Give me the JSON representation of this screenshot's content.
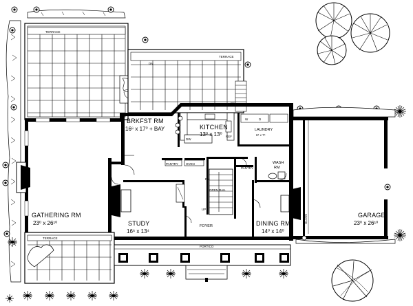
{
  "rooms": {
    "terrace_left": "TERRACE",
    "terrace_right": "TERRACE",
    "terrace_bottom": "TERRACE",
    "breakfast": {
      "name": "BRKFST RM",
      "dims": "16⁶ x 17⁰ + BAY"
    },
    "kitchen": {
      "name": "KITCHEN",
      "dims": "13⁰ x 13⁰"
    },
    "laundry": {
      "name": "LAUNDRY",
      "dims": "6⁶ x 7⁴"
    },
    "wash": {
      "name": "WASH",
      "sub": "RM"
    },
    "pantry_left": "PANTRY",
    "oven": "OVEN",
    "pantry_right": "PANTRY",
    "gathering": {
      "name": "GATHERING RM",
      "dims": "23⁰ x 26¹⁰"
    },
    "study": {
      "name": "STUDY",
      "dims": "16⁶ x 13⁴"
    },
    "foyer": "FOYER",
    "dining": {
      "name": "DINING RM",
      "dims": "14⁰ x 14⁰"
    },
    "garage": {
      "name": "GARAGE",
      "dims": "23⁰ x 26¹⁰"
    },
    "portico": "PORTICO"
  },
  "marks": {
    "dw": "DW",
    "dn": "DN",
    "up": "UP",
    "open_rail": "OPEN RAIL",
    "ref": "REF",
    "w": "W",
    "d": "D",
    "glass": "GLASS"
  }
}
